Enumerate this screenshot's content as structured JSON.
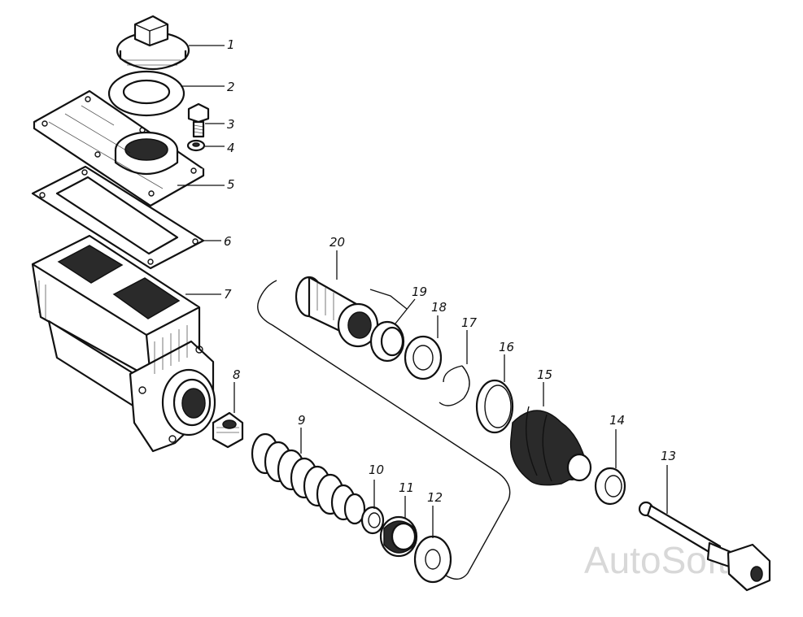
{
  "labels": {
    "p1": "1",
    "p2": "2",
    "p3": "3",
    "p4": "4",
    "p5": "5",
    "p6": "6",
    "p7": "7",
    "p8": "8",
    "p9": "9",
    "p10": "10",
    "p11": "11",
    "p12": "12",
    "p13": "13",
    "p14": "14",
    "p15": "15",
    "p16": "16",
    "p17": "17",
    "p18": "18",
    "p19": "19",
    "p20": "20"
  },
  "watermark": "AutoSoft"
}
